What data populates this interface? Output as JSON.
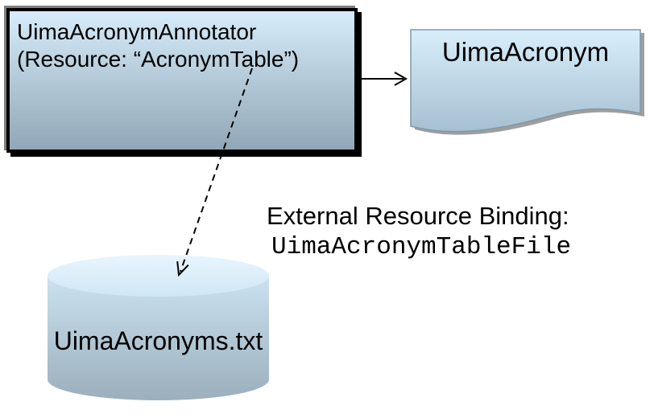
{
  "annotator_box": {
    "line1": "UimaAcronymAnnotator",
    "line2": "(Resource: “AcronymTable”)"
  },
  "document": {
    "label": "UimaAcronym"
  },
  "datastore": {
    "label": "UimaAcronyms.txt"
  },
  "binding_note": {
    "line1": "External Resource Binding:",
    "line2": "UimaAcronymTableFile"
  },
  "colors": {
    "background": "#ffffff",
    "text_color": "#000000",
    "box_gradient_top": "#d6ecfa",
    "box_gradient_bottom": "#91a7b7",
    "box_border": "#000000",
    "box_shadow_gray": "#7f7f7f",
    "box_shadow_black": "#000000",
    "document_gradient_top": "#d8eefb",
    "document_gradient_bottom": "#a6c0d1",
    "document_border": "#7f99a8",
    "document_shadow": "#9e9e9e",
    "cylinder_gradient_top": "#cfe6f4",
    "cylinder_gradient_bottom": "#9bafbc",
    "cylinder_top_face": "#cfe7f5",
    "arrow_color": "#000000"
  }
}
